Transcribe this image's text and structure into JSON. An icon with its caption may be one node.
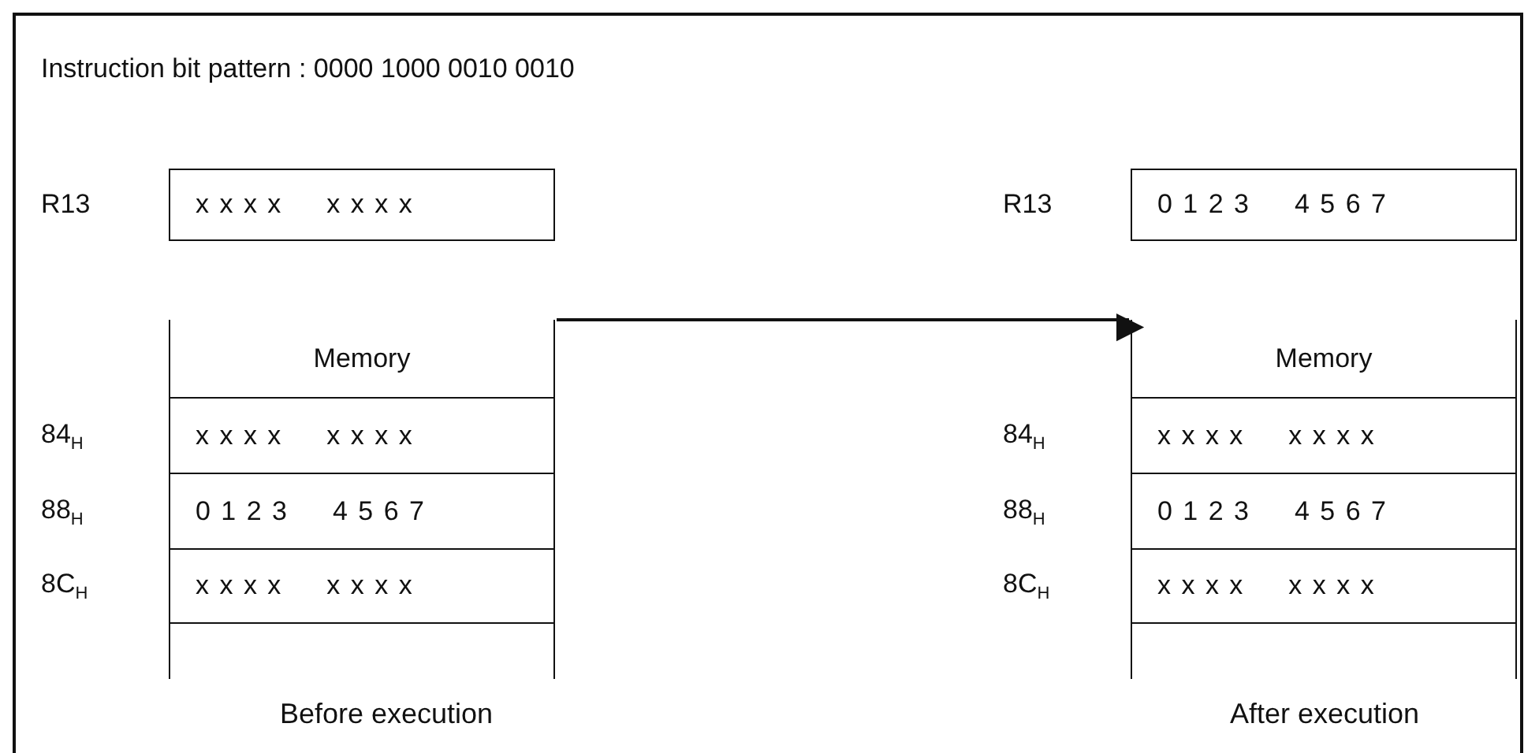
{
  "diagram": {
    "title": "Instruction bit pattern : 0000 1000 0010 0010",
    "nodes": [
      {
        "text": [
          "x x x x",
          "x x x x"
        ],
        "beside": [
          "R13"
        ]
      },
      {
        "text": [
          "Memory"
        ]
      },
      {
        "text": [
          "x x x x",
          "x x x x"
        ],
        "in": 1,
        "beside": [
          "84$_{H}$"
        ]
      },
      {
        "text": [
          "0 1 2 3",
          "4 5 6 7"
        ],
        "in": 1,
        "beside": [
          "88$_{H}$"
        ]
      },
      {
        "text": [
          "x x x x",
          "x x x x"
        ],
        "in": 1,
        "beside": [
          "8C$_{H}$"
        ]
      },
      {
        "text": [
          "0 1 2 3",
          "4 5 6 7"
        ],
        "beside": [
          "R13"
        ]
      },
      {
        "text": [
          "Memory"
        ]
      },
      {
        "text": [
          "x x x x",
          "x x x x"
        ],
        "in": 6,
        "beside": [
          "84$_{H}$"
        ]
      },
      {
        "text": [
          "0 1 2 3",
          "4 5 6 7"
        ],
        "in": 6,
        "beside": [
          "88$_{H}$"
        ]
      },
      {
        "text": [
          "x x x x",
          "x x x x"
        ],
        "in": 6,
        "beside": [
          "8C$_{H}$"
        ]
      }
    ],
    "edges": [
      {
        "from": 1,
        "to": 6,
        "arrow": "to"
      }
    ],
    "labels": [
      "Before execution",
      "After execution"
    ]
  }
}
